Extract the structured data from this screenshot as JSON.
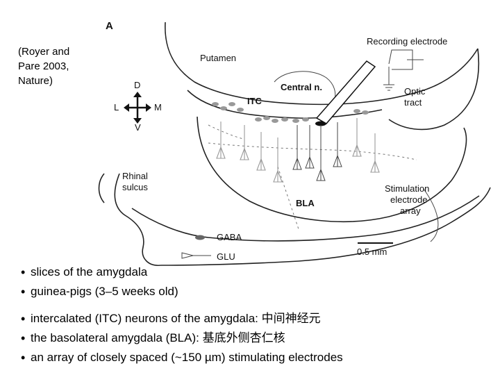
{
  "figure": {
    "panel_letter": "A",
    "labels": {
      "recording_electrode": "Recording electrode",
      "putamen": "Putamen",
      "central_n": "Central n.",
      "optic_tract_line1": "Optic",
      "optic_tract_line2": "tract",
      "itc": "ITC",
      "rhinal_line1": "Rhinal",
      "rhinal_line2": "sulcus",
      "stim_line1": "Stimulation",
      "stim_line2": "electrode",
      "stim_line3": "array",
      "bla": "BLA",
      "gaba": "GABA",
      "glu": "GLU",
      "scale": "0.5 mm"
    },
    "compass": {
      "up": "D",
      "down": "V",
      "left": "L",
      "right": "M"
    }
  },
  "citation": {
    "line1": "(Royer and",
    "line2": "Pare 2003,",
    "line3": "Nature)"
  },
  "bullets_top": [
    "slices of the amygdala",
    "guinea-pigs (3–5 weeks old)"
  ],
  "bullets_bottom": [
    "intercalated (ITC) neurons of the amygdala: 中间神经元",
    "the basolateral amygdala (BLA):  基底外侧杏仁核",
    "an array of closely spaced (~150 µm) stimulating electrodes"
  ]
}
